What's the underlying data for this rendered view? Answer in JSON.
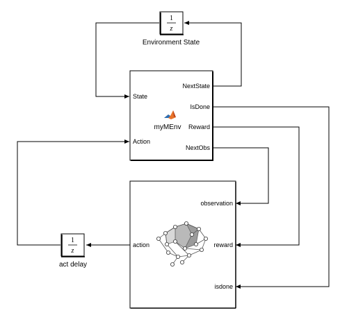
{
  "diagram": {
    "env_state_block": {
      "numerator": "1",
      "denominator": "z",
      "caption": "Environment State"
    },
    "env_block": {
      "name": "myMEnv",
      "in_ports": [
        "State",
        "Action"
      ],
      "out_ports": [
        "NextState",
        "IsDone",
        "Reward",
        "NextObs"
      ]
    },
    "agent_block": {
      "in_ports": [
        "observation",
        "reward",
        "isdone"
      ],
      "out_ports": [
        "action"
      ]
    },
    "act_delay_block": {
      "numerator": "1",
      "denominator": "z",
      "caption": "act delay"
    },
    "colors": {
      "line": "#000000",
      "matlab_orange": "#e8742a",
      "matlab_blue": "#2c6fb5",
      "net_gray": "#888888"
    }
  }
}
